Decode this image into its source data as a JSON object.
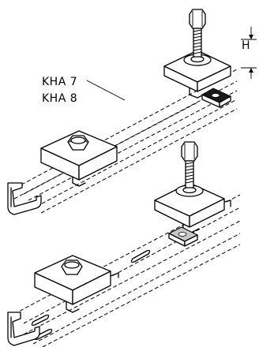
{
  "labels": {
    "model_1": "KHA 7",
    "model_2": "KHA 8",
    "dimension": "H"
  }
}
